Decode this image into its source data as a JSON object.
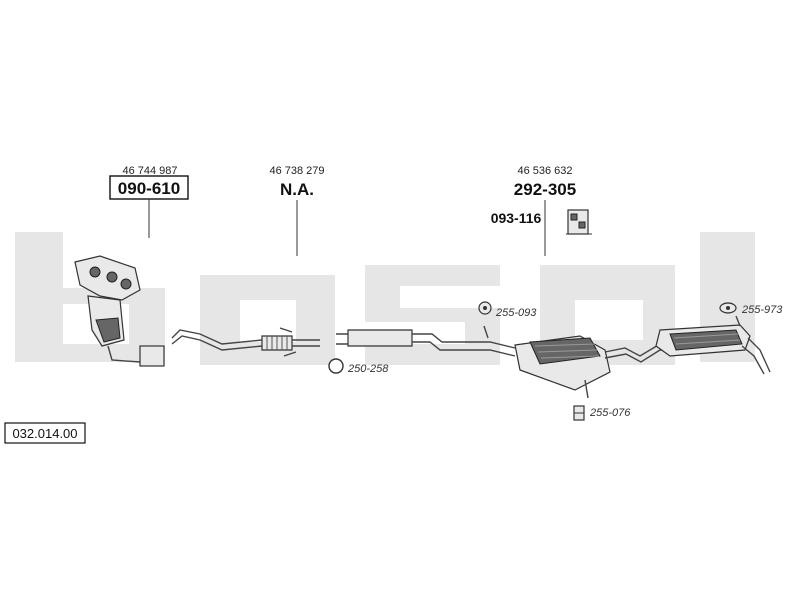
{
  "watermark": {
    "text": "bosal",
    "color": "#e6e6e6"
  },
  "diagram_id": "032.014.00",
  "callouts": [
    {
      "id": "front",
      "oem": "46 744 987",
      "part": "090-610",
      "boxed": true
    },
    {
      "id": "middle",
      "oem": "46 738 279",
      "part": "N.A.",
      "boxed": false
    },
    {
      "id": "rear",
      "oem": "46 536 632",
      "part": "292-305",
      "boxed": false,
      "sub_part": "093-116"
    }
  ],
  "refs": [
    {
      "id": "clamp",
      "label": "250-258",
      "icon": "clamp-icon"
    },
    {
      "id": "rubber1",
      "label": "255-093",
      "icon": "rubber-mount-icon"
    },
    {
      "id": "rubber2",
      "label": "255-973",
      "icon": "hanger-icon"
    },
    {
      "id": "rubber3",
      "label": "255-076",
      "icon": "bracket-icon"
    }
  ]
}
